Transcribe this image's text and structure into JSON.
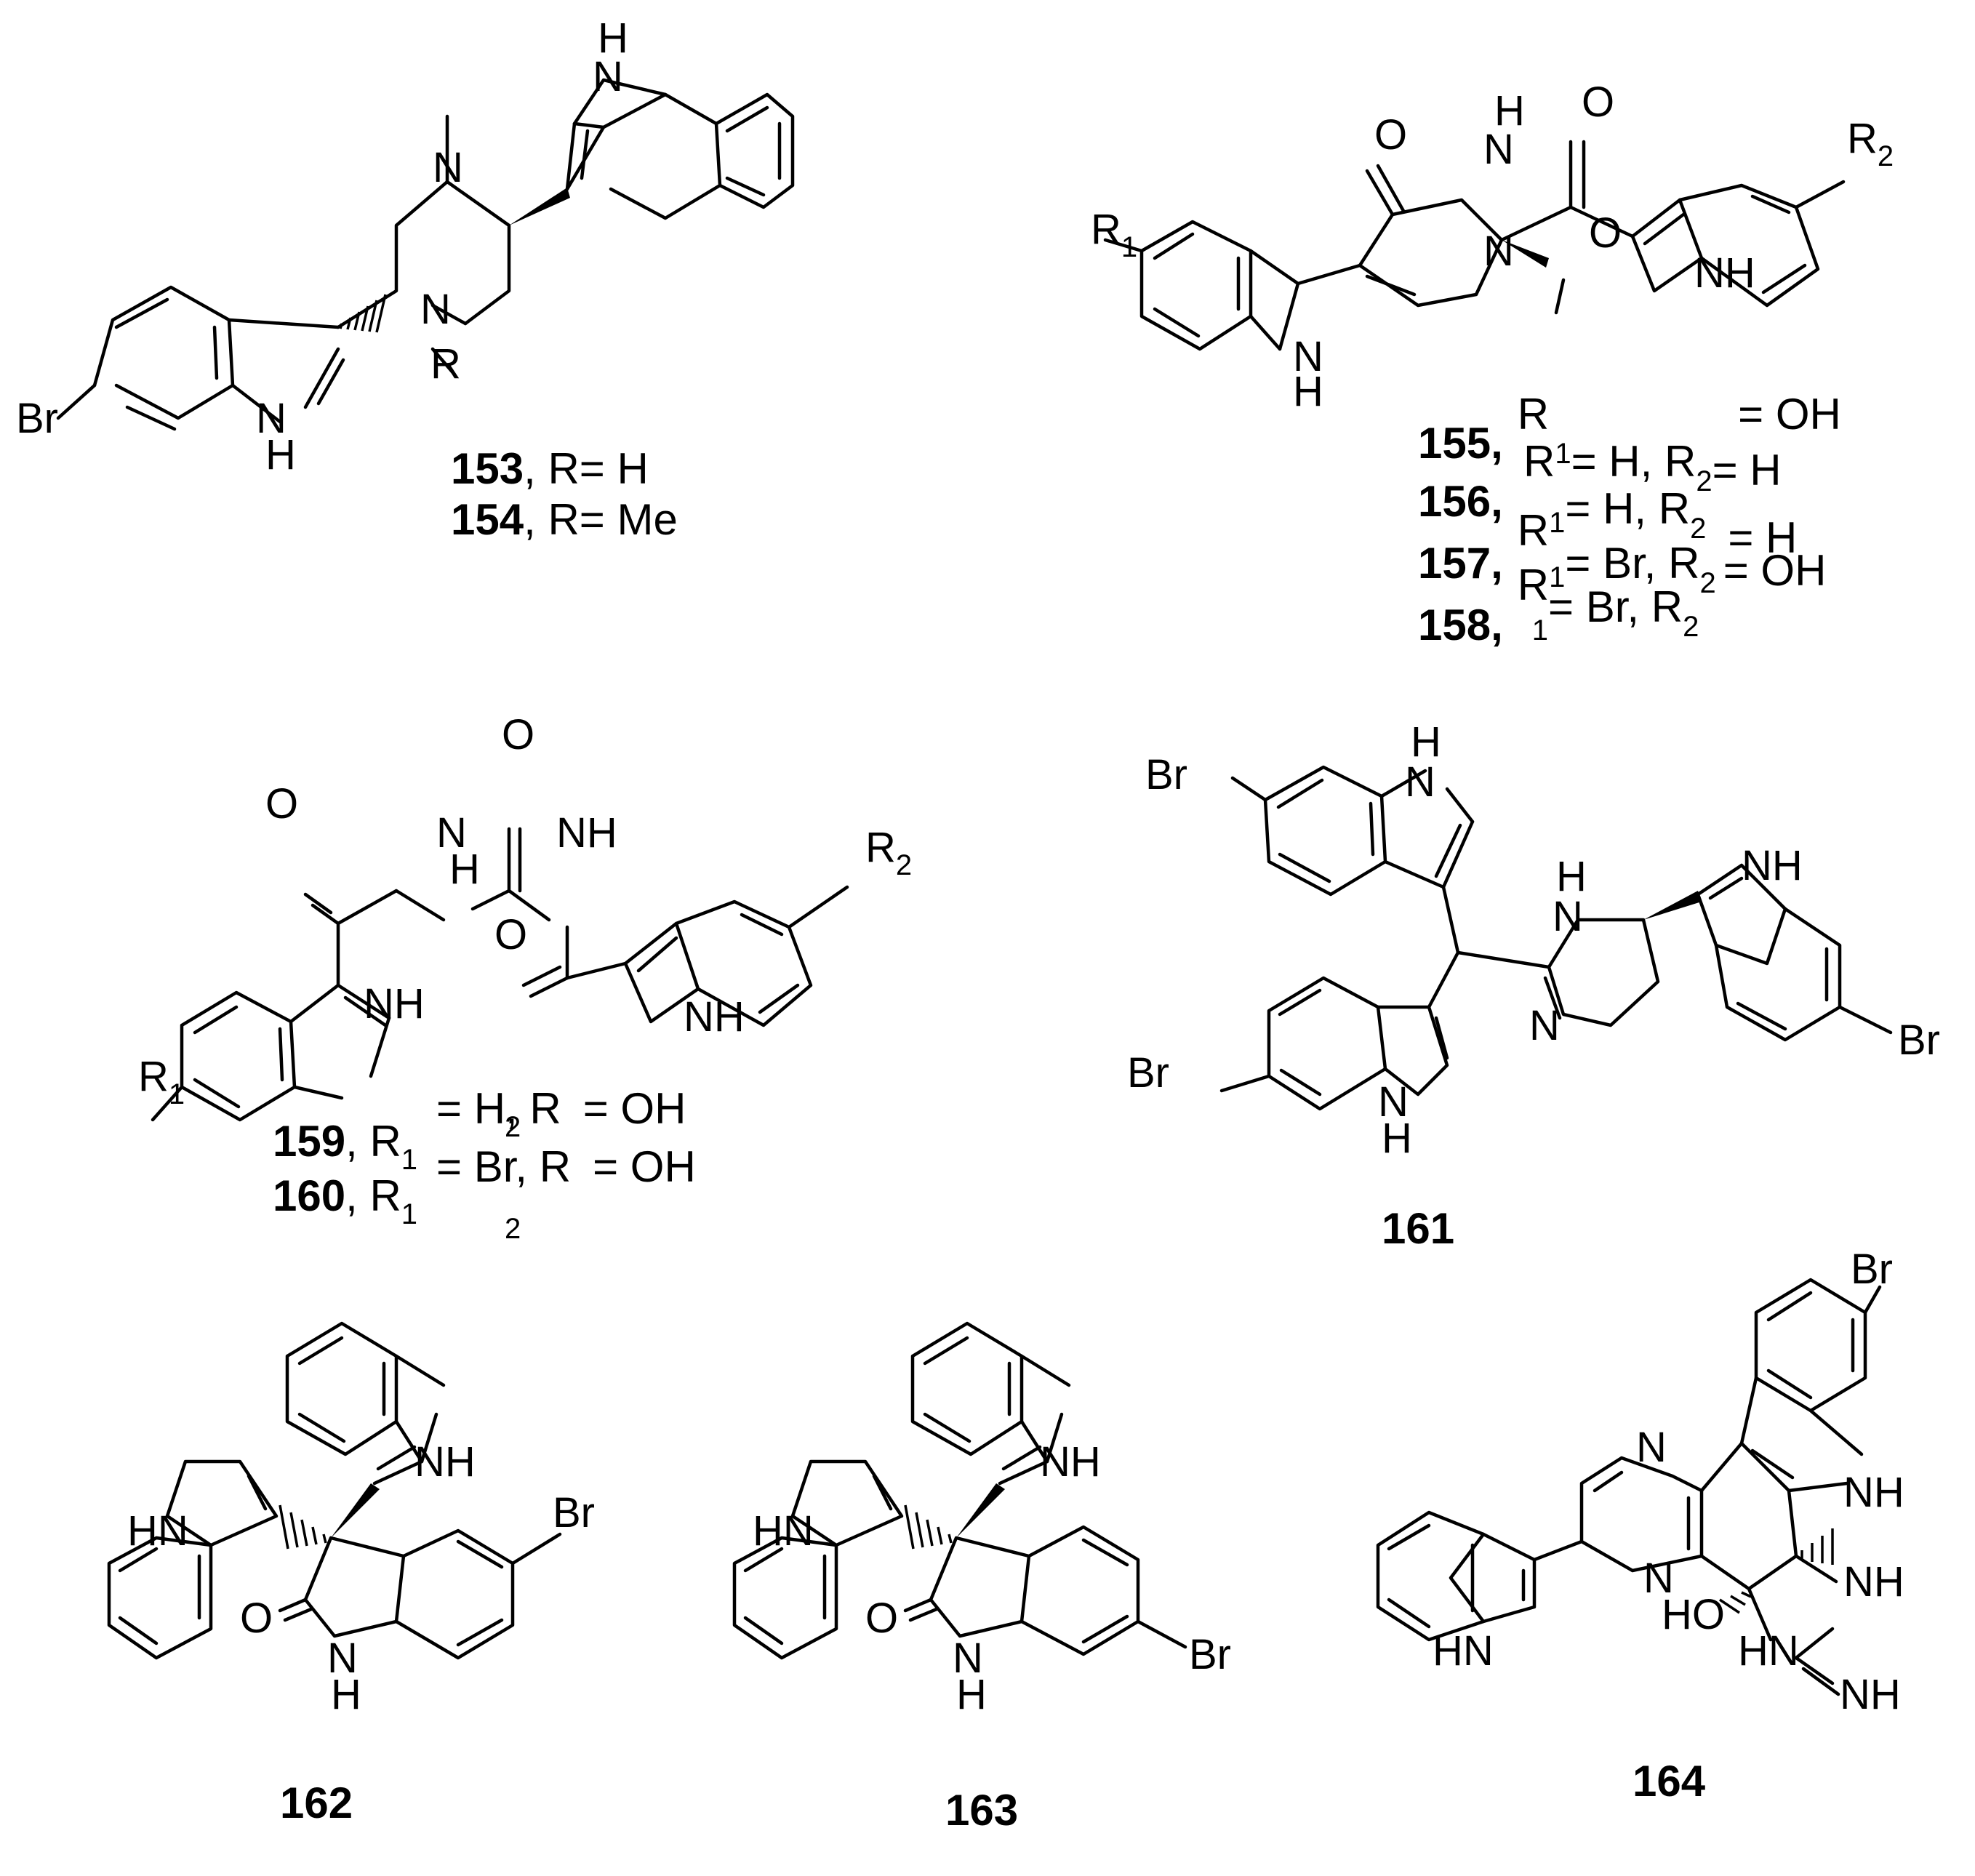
{
  "compounds": {
    "c153": {
      "number": "153",
      "rgroup": ", R= H"
    },
    "c154": {
      "number": "154",
      "rgroup": ", R= Me"
    },
    "c155": {
      "number": "155,",
      "line1": "R",
      "line1b": "= OH",
      "line2": "R",
      "line2sub": "1",
      "line2b": "= H, R",
      "line2c": "2",
      "line2d": "= H"
    },
    "c156": {
      "number": "156,",
      "line": "R",
      "sub": "1",
      "rest": "= H, R",
      "sub2": "2",
      "end": "= H"
    },
    "c157": {
      "number": "157,",
      "line": "R",
      "sub": "1",
      "rest": "= Br, R",
      "sub2": "2",
      "end": "= OH"
    },
    "c158": {
      "number": "158,",
      "sub": "1",
      "rest": "= Br, R",
      "sub2": "2"
    },
    "c159": {
      "number": "159",
      "rgroup": ", R",
      "sub": "1",
      "a": "= H, R",
      "b": "= OH",
      "sub2": "2"
    },
    "c160": {
      "number": "160",
      "rgroup": ", R",
      "sub": "1",
      "a": "= Br, R",
      "b": "= OH",
      "sub2": "2"
    },
    "c161": {
      "number": "161"
    },
    "c162": {
      "number": "162"
    },
    "c163": {
      "number": "163"
    },
    "c164": {
      "number": "164"
    }
  },
  "atoms": {
    "br": "Br",
    "h": "H",
    "n": "N",
    "nh": "NH",
    "hn": "HN",
    "o": "O",
    "ho": "HO",
    "r": "R",
    "r1": "R",
    "r1sub": "1",
    "r2": "R",
    "r2sub": "2",
    "nh2": "NH"
  }
}
